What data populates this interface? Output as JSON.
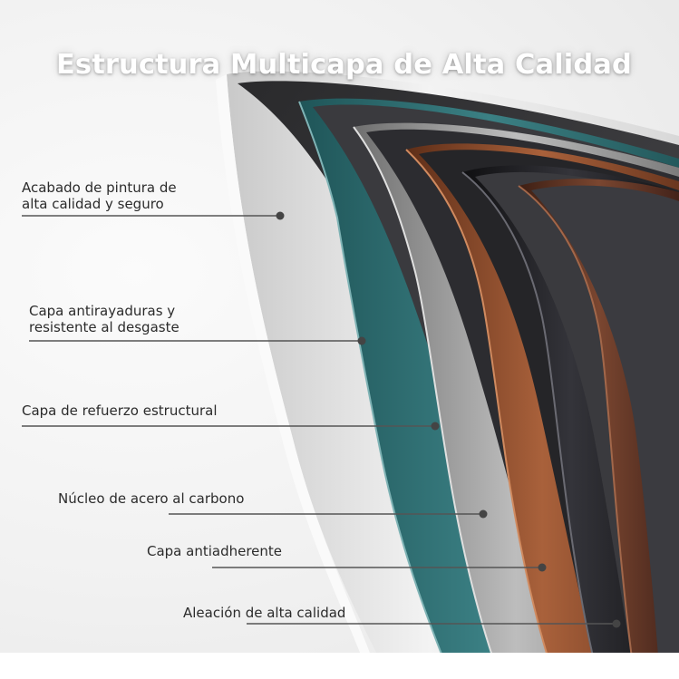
{
  "title": "Estructura Multicapa de Alta Calidad",
  "labels": [
    {
      "lines": [
        "Acabado de pintura de",
        "alta calidad y seguro"
      ]
    },
    {
      "lines": [
        "Capa antirayaduras y",
        "resistente al desgaste"
      ]
    },
    {
      "lines": [
        "Capa de refuerzo estructural"
      ]
    },
    {
      "lines": [
        "Núcleo de acero al carbono"
      ]
    },
    {
      "lines": [
        "Capa antiadherente"
      ]
    },
    {
      "lines": [
        "Aleación de alta calidad"
      ]
    }
  ],
  "colors": {
    "white_layer": "#e4e4e4",
    "teal_layer": "#2f6d70",
    "silver_layer": "#9a9a9a",
    "copper_layer": "#8a4a2c",
    "black_layer": "#1f1f22",
    "bronze_layer": "#5a3222",
    "leader_line": "#555555"
  }
}
